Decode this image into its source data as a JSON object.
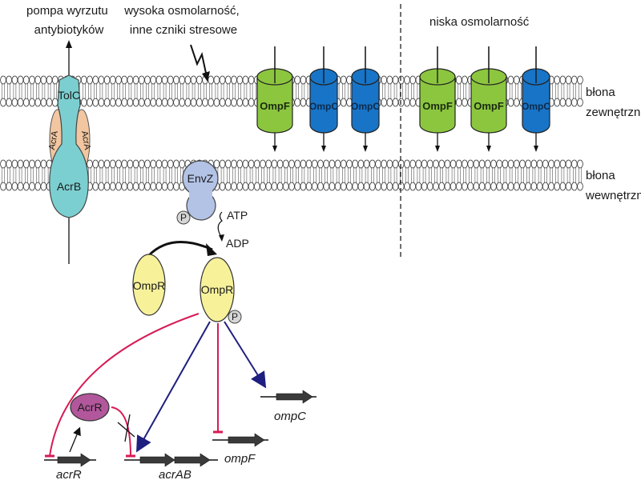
{
  "labels": {
    "efflux_pump": [
      "pompa wyrzutu",
      "antybiotyków"
    ],
    "stress": [
      "wysoka osmolarność,",
      "inne czniki stresowe"
    ],
    "low_osmolarity": "niska osmolarność",
    "outer_membrane": [
      "błona",
      "zewnętrzna"
    ],
    "inner_membrane": [
      "błona",
      "wewnętrzna"
    ]
  },
  "proteins": {
    "tolc": "TolC",
    "acra_left": "AcrA",
    "acra_right": "AcrA",
    "acrb": "AcrB",
    "envz": "EnvZ",
    "ompr": "OmpR",
    "ompr_p": "OmpR",
    "acrr": "AcrR",
    "phosphate": "P",
    "atp": "ATP",
    "adp": "ADP"
  },
  "porins_high": [
    "OmpF",
    "OmpC",
    "OmpC"
  ],
  "porins_low": [
    "OmpF",
    "OmpF",
    "OmpC"
  ],
  "genes": {
    "acrR": "acrR",
    "acrAB": "acrAB",
    "ompF": "ompF",
    "ompC": "ompC"
  },
  "colors": {
    "ompf": "#8cc63f",
    "ompc": "#1874c6",
    "tolc_acrb": "#7ccfd0",
    "acra": "#f2c6a0",
    "envz": "#b3c3e6",
    "ompr": "#f7f19a",
    "acrr": "#b2579c",
    "phosphate": "#d6d6d6",
    "activation": "#1f1f80",
    "repression": "#d81b55",
    "gene_arrow": "#3a3a3a"
  }
}
